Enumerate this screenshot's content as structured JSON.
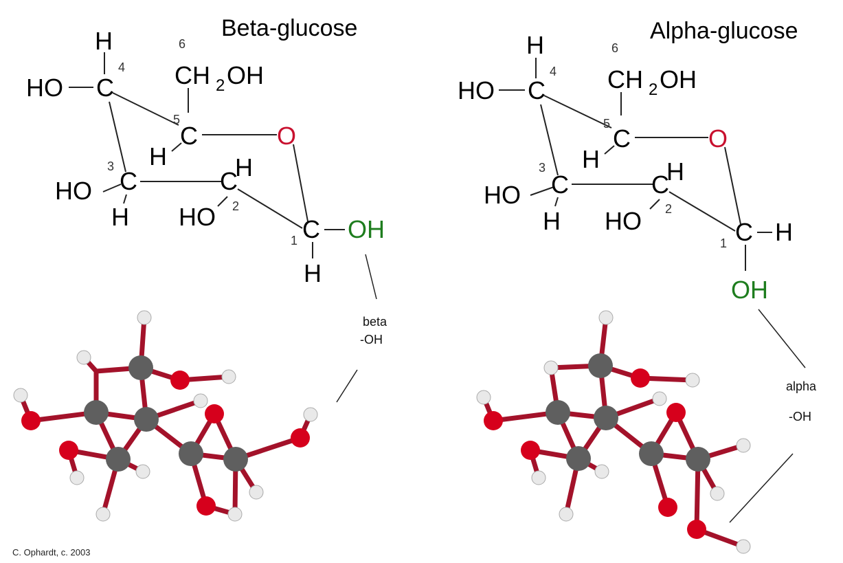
{
  "colors": {
    "ring_oxygen": "#c8102e",
    "anomeric_oh": "#1e7d1e",
    "bond": "#222222",
    "model_bond": "#a3122a",
    "carbon_ball": "#5f5f5f",
    "oxygen_ball": "#d6001c",
    "hydrogen_ball": "#e9e9e9"
  },
  "atoms": {
    "carbon": "C",
    "hydrogen": "H",
    "ring_oxygen": "O",
    "hydroxyl": "HO",
    "hydroxyl_right": "OH",
    "ch2oh_ch": "CH",
    "ch2oh_sub": "2",
    "ch2oh_oh": "OH"
  },
  "carbon_numbers": [
    "1",
    "2",
    "3",
    "4",
    "5",
    "6"
  ],
  "panels": {
    "beta": {
      "title": "Beta-glucose",
      "callout_line1": "beta",
      "callout_line2": "-OH"
    },
    "alpha": {
      "title": "Alpha-glucose",
      "callout_line1": "alpha",
      "callout_line2": "-OH"
    }
  },
  "credit": "C. Ophardt, c. 2003"
}
